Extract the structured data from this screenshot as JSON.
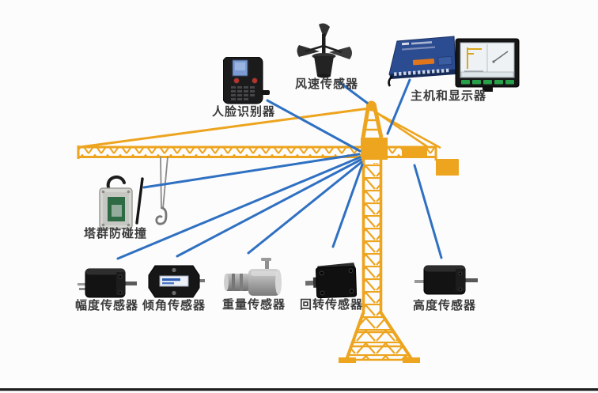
{
  "colors": {
    "crane": "#EDA41E",
    "link": "#2F70C2",
    "label": "#3B3B3B",
    "bg": "#FCFCFC",
    "ground": "#1C1C1C"
  },
  "labels": {
    "face_recognition": "人脸识别器",
    "wind_speed": "风速传感器",
    "host_display": "主机和显示器",
    "anti_collision": "塔群防碰撞",
    "amplitude": "幅度传感器",
    "tilt": "倾角传感器",
    "weight": "重量传感器",
    "rotation": "回转传感器",
    "height": "高度传感器"
  }
}
